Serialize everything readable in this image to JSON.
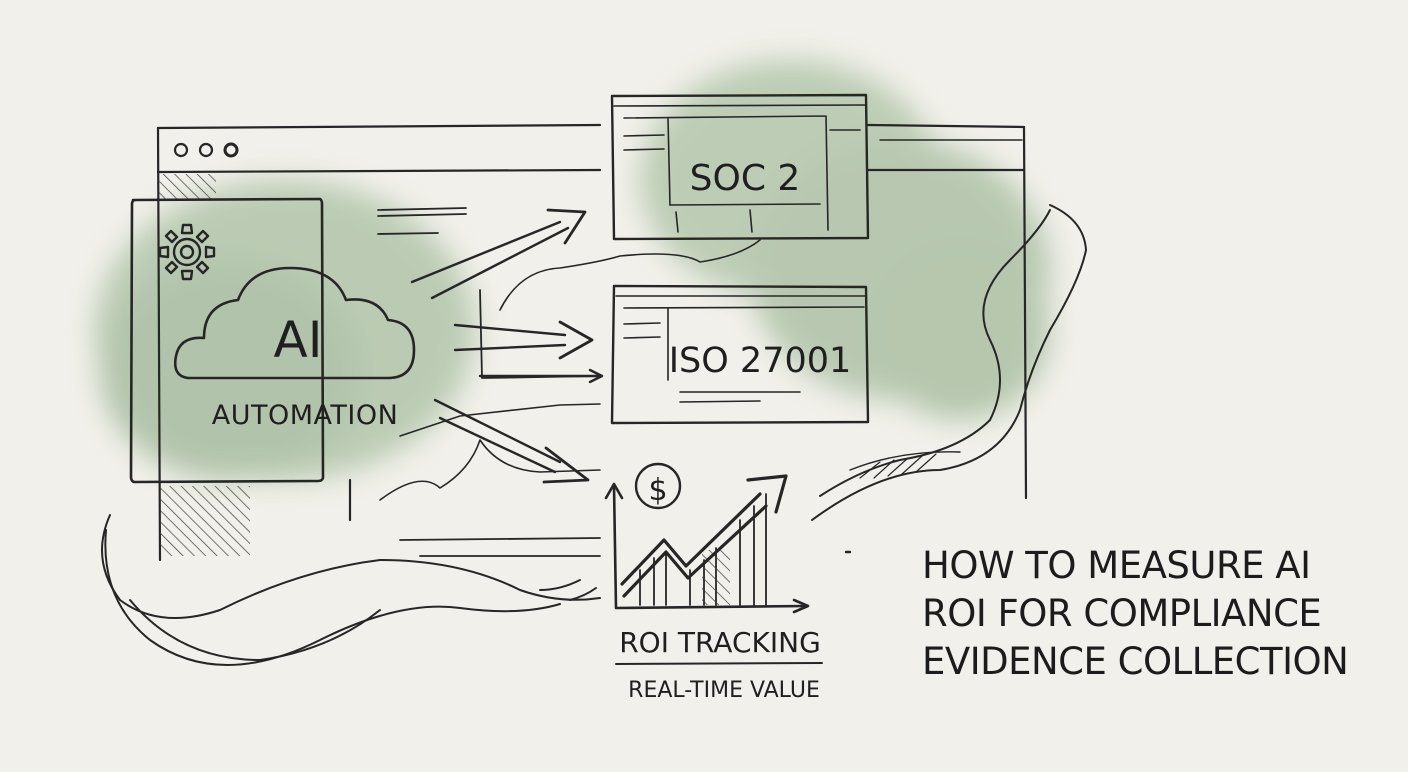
{
  "ai_box": {
    "title": "AI",
    "subtitle": "AUTOMATION"
  },
  "frameworks": [
    {
      "label": "SOC 2"
    },
    {
      "label": "ISO 27001"
    }
  ],
  "roi_chart": {
    "currency_symbol": "$",
    "label": "ROI TRACKING",
    "caption": "REAL-TIME VALUE"
  },
  "headline": {
    "lines": [
      "HOW TO MEASURE AI",
      "ROI FOR COMPLIANCE",
      "EVIDENCE COLLECTION"
    ]
  },
  "colors": {
    "paper": "#f1f0ea",
    "ink": "#262626",
    "wash_green": "#8fae87"
  }
}
